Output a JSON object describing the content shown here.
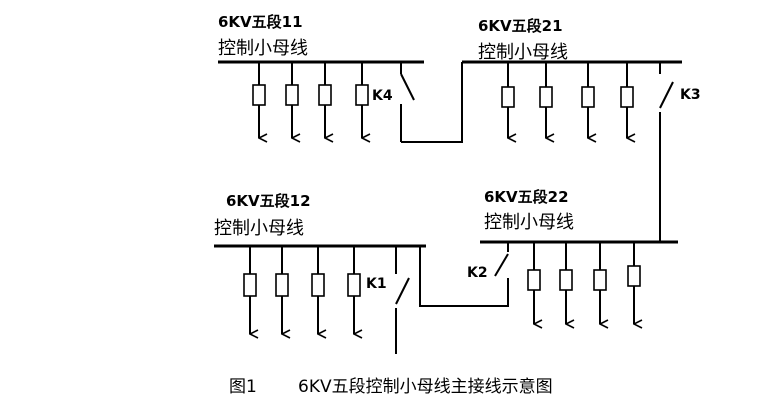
{
  "diagram": {
    "bus_11": {
      "line1": "6KV五段11",
      "line2": "控制小母线"
    },
    "bus_21": {
      "line1": "6KV五段21",
      "line2": "控制小母线"
    },
    "bus_12": {
      "line1": "6KV五段12",
      "line2": "控制小母线"
    },
    "bus_22": {
      "line1": "6KV五段22",
      "line2": "控制小母线"
    },
    "switches": {
      "k1": "K1",
      "k2": "K2",
      "k3": "K3",
      "k4": "K4"
    },
    "caption": {
      "number": "图1",
      "text": "6KV五段控制小母线主接线示意图"
    }
  }
}
